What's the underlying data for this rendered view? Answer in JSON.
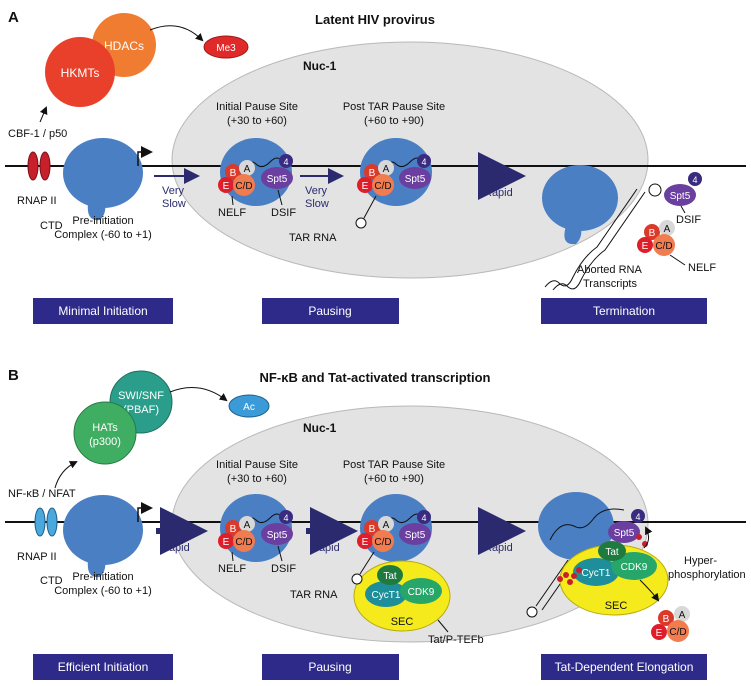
{
  "panel_a": {
    "letter": "A",
    "title": "Latent HIV provirus",
    "hdacs": "HDACs",
    "hkmts": "HKMTs",
    "me3": "Me3",
    "nuc1": "Nuc-1",
    "cbf": "CBF-1 / p50",
    "rnap": "RNAP II",
    "ctd": "CTD",
    "preinit_line1": "Pre-initiation",
    "preinit_line2": "Complex (-60 to +1)",
    "initial_line1": "Initial Pause Site",
    "initial_line2": "(+30 to +60)",
    "posttar_line1": "Post TAR Pause Site",
    "posttar_line2": "(+60 to +90)",
    "very1": "Very",
    "slow1": "Slow",
    "very2": "Very",
    "slow2": "Slow",
    "rapid": "Rapid",
    "nelf": "NELF",
    "dsif": "DSIF",
    "tar_rna": "TAR RNA",
    "aborted_line1": "Aborted RNA",
    "aborted_line2": "Transcripts",
    "dsif2": "DSIF",
    "nelf2": "NELF",
    "stage1": "Minimal Initiation",
    "stage2": "Pausing",
    "stage3": "Termination"
  },
  "panel_b": {
    "letter": "B",
    "title": "NF-κB and Tat-activated transcription",
    "swi_line1": "SWI/SNF",
    "swi_line2": "(PBAF)",
    "hats_line1": "HATs",
    "hats_line2": "(p300)",
    "ac": "Ac",
    "nuc1": "Nuc-1",
    "nfkb": "NF-κB / NFAT",
    "rnap": "RNAP II",
    "ctd": "CTD",
    "preinit_line1": "Pre-initiation",
    "preinit_line2": "Complex (-60 to +1)",
    "initial_line1": "Initial Pause Site",
    "initial_line2": "(+30 to +60)",
    "posttar_line1": "Post TAR Pause Site",
    "posttar_line2": "(+60 to +90)",
    "rapid1": "Rapid",
    "rapid2": "Rapid",
    "rapid3": "Rapid",
    "nelf": "NELF",
    "dsif": "DSIF",
    "tar_rna": "TAR RNA",
    "tat": "Tat",
    "cyct1": "CycT1",
    "cdk9": "CDK9",
    "sec": "SEC",
    "ptefb": "Tat/P-TEFb",
    "hyper_line1": "Hyper-",
    "hyper_line2": "phosphorylation",
    "stage1": "Efficient Initiation",
    "stage2": "Pausing",
    "stage3": "Tat-Dependent Elongation"
  },
  "subunits": {
    "a": "A",
    "b": "B",
    "e": "E",
    "cd": "C/D",
    "spt5": "Spt5",
    "four": "4"
  },
  "colors": {
    "polymerase": "#4a7fc4",
    "nucleosome": "#e3e3e3",
    "stage_box": "#2e2a8a",
    "arrow": "#2b2a6e",
    "hdacs": "#f07c32",
    "hkmts": "#e8402a",
    "me3": "#e02a2a",
    "swi_snf": "#2a9e8a",
    "hats": "#3fae62",
    "ac": "#3a9bd8",
    "cbf": "#c8202a",
    "nfkb": "#4aa8dc",
    "spt5": "#6a3fa0",
    "tat": "#1f7a40",
    "cyct1": "#1e8e9a",
    "cdk9": "#27a66a",
    "sec": "#f4ea1c"
  }
}
